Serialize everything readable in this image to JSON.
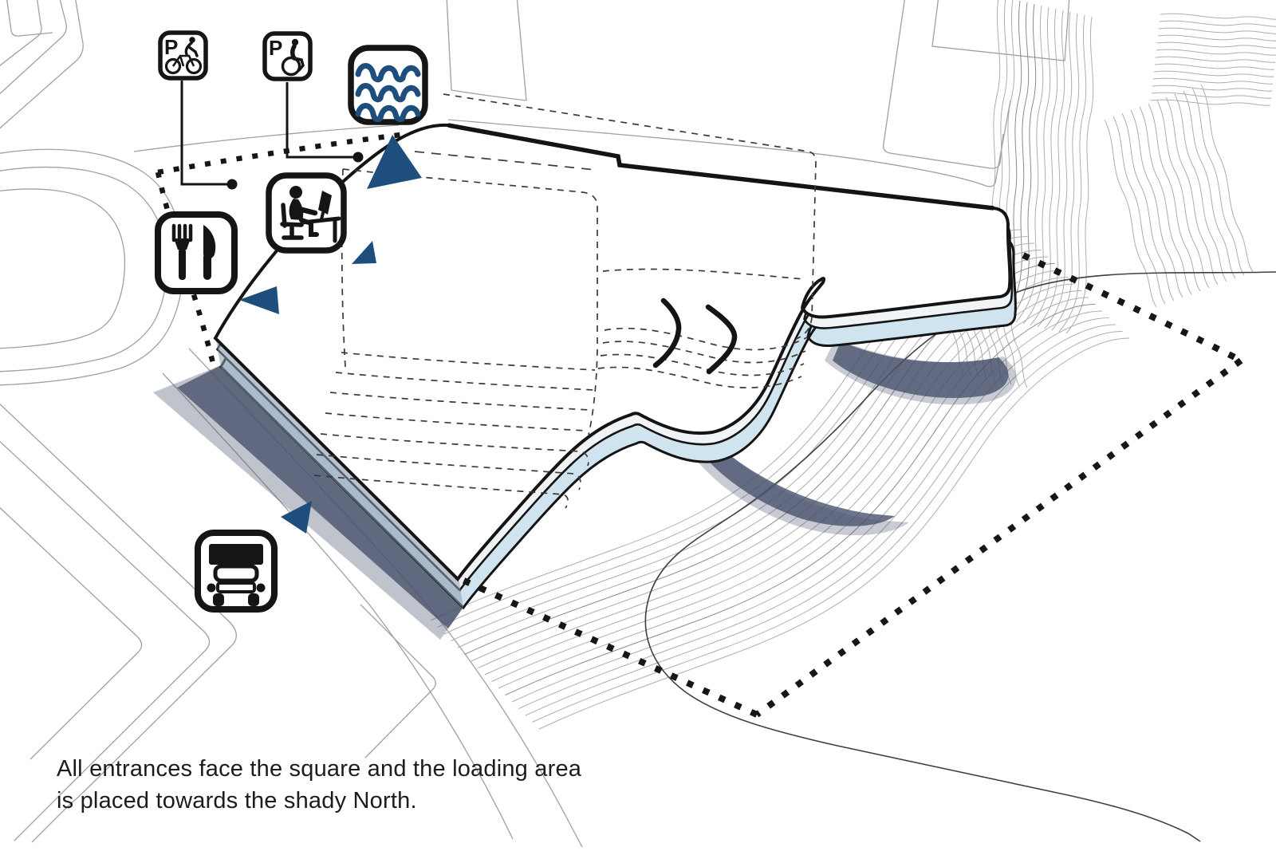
{
  "diagram": {
    "type": "architectural-site-diagram",
    "caption": {
      "line1": "All entrances face the square and the loading area",
      "line2": "is placed towards the shady North."
    },
    "icons": {
      "bike_parking": {
        "label": "P",
        "meaning": "bicycle parking"
      },
      "accessible_parking": {
        "label": "P",
        "meaning": "accessible parking"
      },
      "water": {
        "meaning": "waterfront"
      },
      "workspace": {
        "meaning": "workspace"
      },
      "restaurant": {
        "meaning": "restaurant"
      },
      "loading": {
        "meaning": "loading truck"
      }
    },
    "annotations": {
      "entrance_arrow_count": 4,
      "roof_direction_chevrons": 2
    },
    "colors": {
      "accent_blue": "#1d4e7c",
      "glass_blue": "#cfe4ee",
      "slab_light": "#f1f4f6",
      "shadow_blue": "#49536d",
      "outline_black": "#141414",
      "street_gray": "#a0a0a0",
      "contour_gray": "#adadad"
    }
  }
}
